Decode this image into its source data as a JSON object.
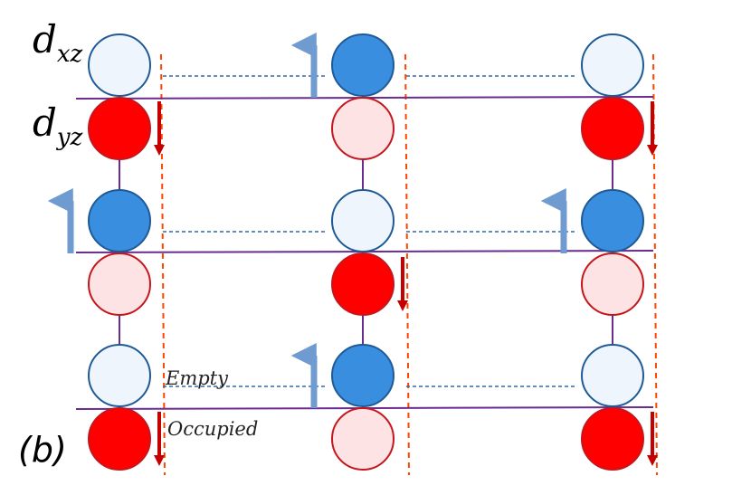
{
  "labels": {
    "orbital_top_base": "d",
    "orbital_top_sub": "xz",
    "orbital_bottom_base": "d",
    "orbital_bottom_sub": "yz",
    "empty": "Empty",
    "occupied": "Occupied",
    "panel": "(b)"
  },
  "colors": {
    "empty_dxz_fill": "#eef5fc",
    "empty_dxz_stroke": "#1f5a96",
    "occupied_dxz_fill": "#3a8ee0",
    "empty_dyz_fill": "#fde3e3",
    "empty_dyz_stroke": "#c4161c",
    "occupied_dyz_fill": "#ff0000",
    "bond_line": "#6a2c8f",
    "dashed_link": "#2e6aa8",
    "chain_divider": "#ff4500",
    "arrow_up": "#6f9bd1",
    "arrow_down": "#c40000"
  },
  "lattice": {
    "columns": 3,
    "rows": 3,
    "occupied_orbital": [
      [
        "dyz",
        "dxz",
        "dyz"
      ],
      [
        "dxz",
        "dyz",
        "dxz"
      ],
      [
        "dyz",
        "dxz",
        "dyz"
      ]
    ],
    "spin_on_occupied": [
      [
        "down",
        "up",
        "down"
      ],
      [
        "up",
        "down",
        "up"
      ],
      [
        "down",
        "up",
        "down"
      ]
    ]
  }
}
